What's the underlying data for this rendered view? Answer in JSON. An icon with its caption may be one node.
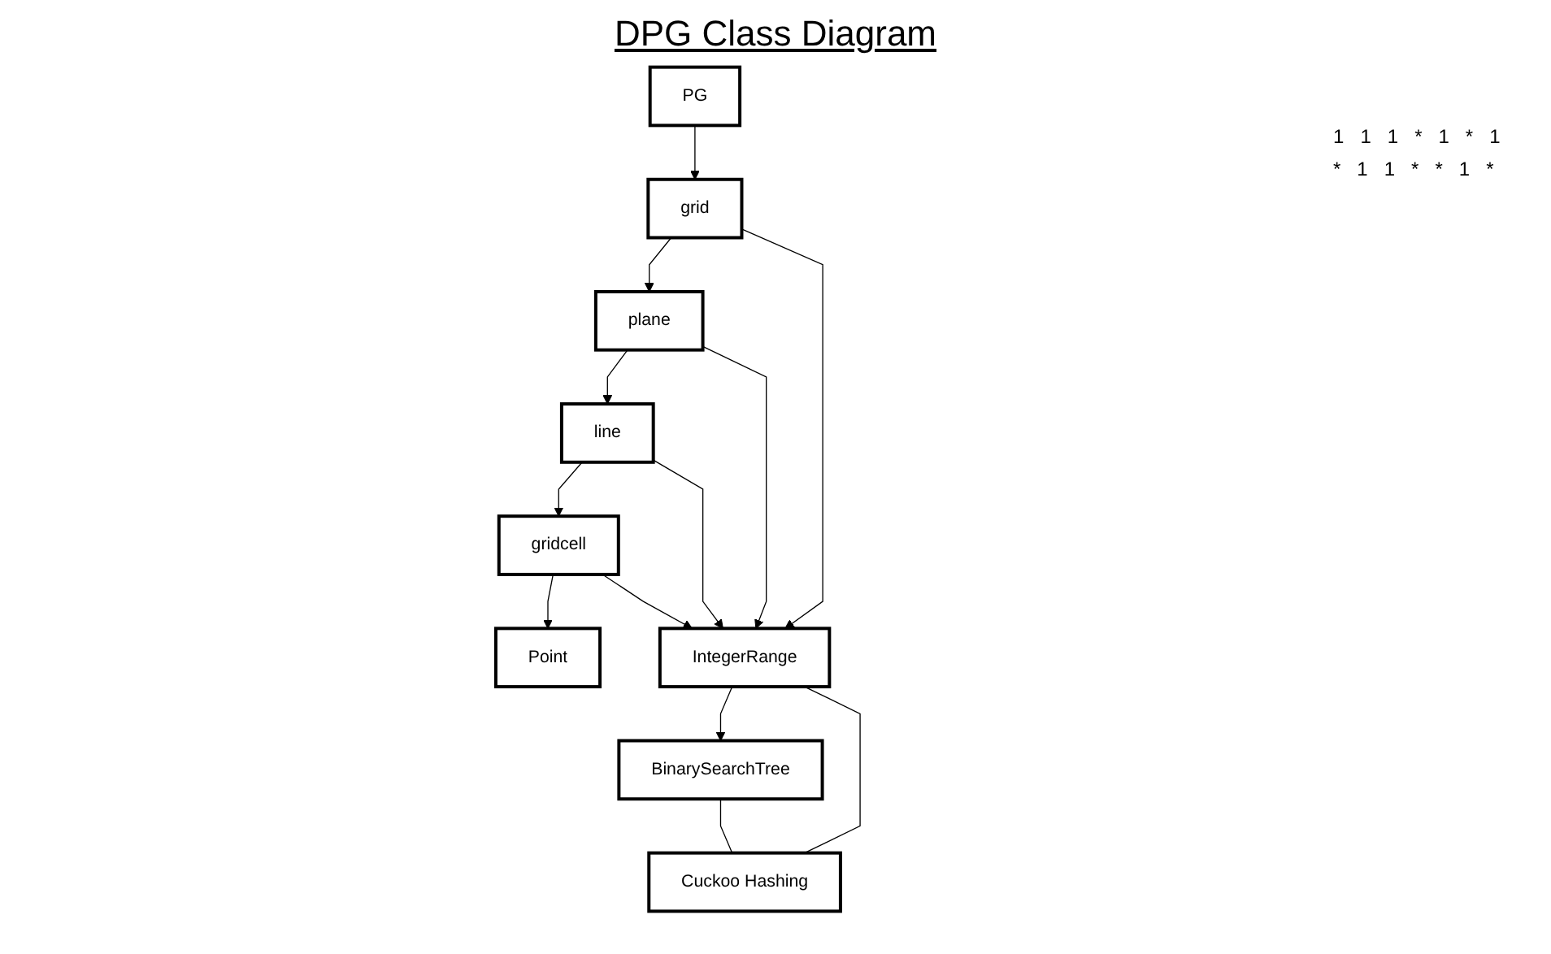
{
  "diagram": {
    "title": "DPG Class Diagram",
    "nodes": [
      {
        "text": [
          "PG"
        ]
      },
      {
        "text": [
          "grid"
        ]
      },
      {
        "text": [
          "plane"
        ]
      },
      {
        "text": [
          "line"
        ]
      },
      {
        "text": [
          "gridcell"
        ]
      },
      {
        "text": [
          "Point"
        ]
      },
      {
        "text": [
          "IntegerRange"
        ]
      },
      {
        "text": [
          "BinarySearchTree"
        ]
      },
      {
        "text": [
          "Cuckoo Hashing"
        ]
      }
    ],
    "edges": [
      {
        "from": 0,
        "to": 1,
        "arrow": "to"
      },
      {
        "from": 1,
        "to": 2,
        "arrow": "to"
      },
      {
        "from": 1,
        "to": 6,
        "arrow": "to"
      },
      {
        "from": 2,
        "to": 3,
        "arrow": "to"
      },
      {
        "from": 2,
        "to": 6,
        "arrow": "to"
      },
      {
        "from": 3,
        "to": 4,
        "arrow": "to"
      },
      {
        "from": 3,
        "to": 6,
        "arrow": "to"
      },
      {
        "from": 4,
        "to": 5,
        "arrow": "to"
      },
      {
        "from": 4,
        "to": 6,
        "arrow": "to"
      },
      {
        "from": 6,
        "to": 7,
        "arrow": "to"
      },
      {
        "from": 6,
        "to": 8,
        "arrow": "none"
      },
      {
        "from": 7,
        "to": 8,
        "arrow": "none"
      }
    ],
    "labels": [
      "1",
      "1",
      "1",
      "*",
      "1",
      "*",
      "1",
      "*",
      "1",
      "1",
      "*",
      "*",
      "1",
      "*"
    ]
  }
}
